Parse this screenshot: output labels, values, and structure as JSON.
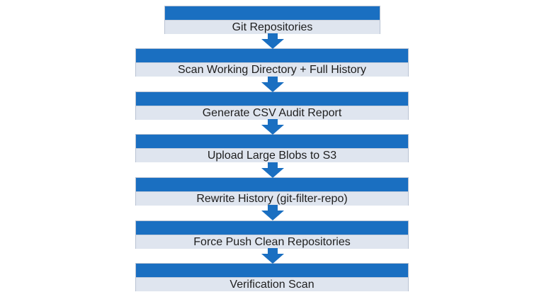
{
  "steps": [
    {
      "label": "Git Repositories"
    },
    {
      "label": "Scan Working Directory + Full History"
    },
    {
      "label": "Generate CSV Audit Report"
    },
    {
      "label": "Upload Large Blobs to S3"
    },
    {
      "label": "Rewrite History (git-filter-repo)"
    },
    {
      "label": "Force Push Clean Repositories"
    },
    {
      "label": "Verification Scan"
    }
  ],
  "colors": {
    "header": "#1a6fc1",
    "body": "#dfe5ef",
    "arrow": "#1a6fc1"
  }
}
